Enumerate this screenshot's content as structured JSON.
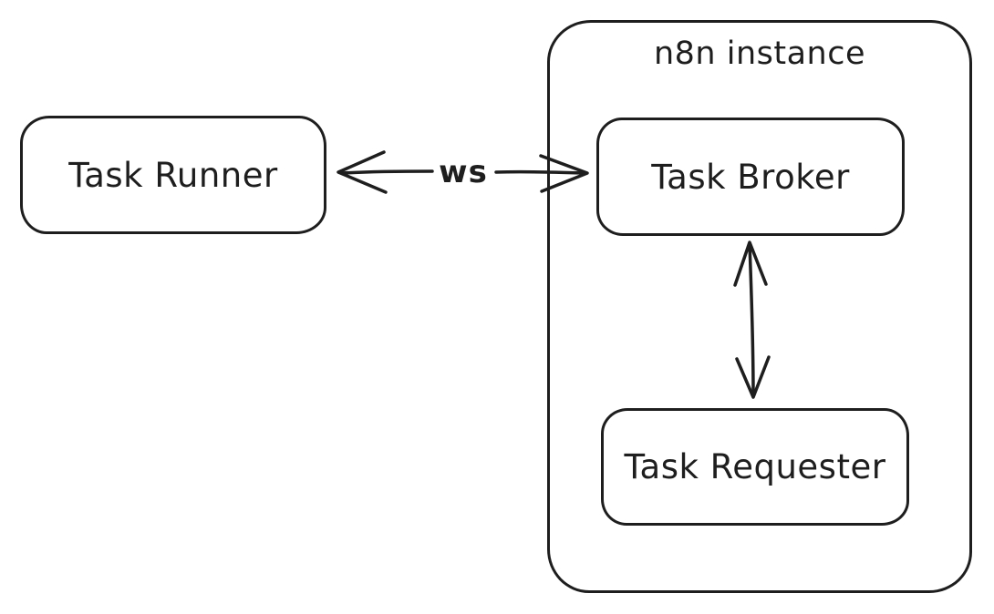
{
  "canvas": {
    "background": "#ffffff",
    "stroke_color": "#1e1e1e",
    "style": "hand-drawn"
  },
  "nodes": {
    "task_runner": {
      "label": "Task Runner"
    },
    "task_broker": {
      "label": "Task Broker"
    },
    "task_requester": {
      "label": "Task Requester"
    }
  },
  "groups": {
    "n8n_instance": {
      "label": "n8n instance",
      "contains": [
        "task_broker",
        "task_requester"
      ]
    }
  },
  "edges": [
    {
      "from": "task_runner",
      "to": "task_broker",
      "label": "ws",
      "direction": "bidirectional",
      "orientation": "horizontal"
    },
    {
      "from": "task_broker",
      "to": "task_requester",
      "label": "",
      "direction": "bidirectional",
      "orientation": "vertical"
    }
  ]
}
